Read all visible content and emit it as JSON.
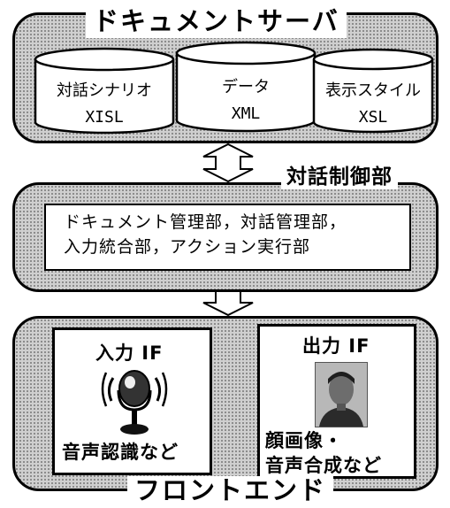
{
  "document_server": {
    "title": "ドキュメントサーバ",
    "stores": [
      {
        "name": "対話シナリオ",
        "format": "XISL"
      },
      {
        "name": "データ",
        "format": "XML"
      },
      {
        "name": "表示スタイル",
        "format": "XSL"
      }
    ]
  },
  "dialog_control": {
    "title": "対話制御部",
    "components_line1": "ドキュメント管理部，対話管理部，",
    "components_line2": "入力統合部，アクション実行部"
  },
  "frontend": {
    "title": "フロントエンド",
    "input": {
      "title": "入力 IF",
      "caption": "音声認識など"
    },
    "output": {
      "title": "出力 IF",
      "caption_line1": "顔画像・",
      "caption_line2": "音声合成など"
    }
  }
}
